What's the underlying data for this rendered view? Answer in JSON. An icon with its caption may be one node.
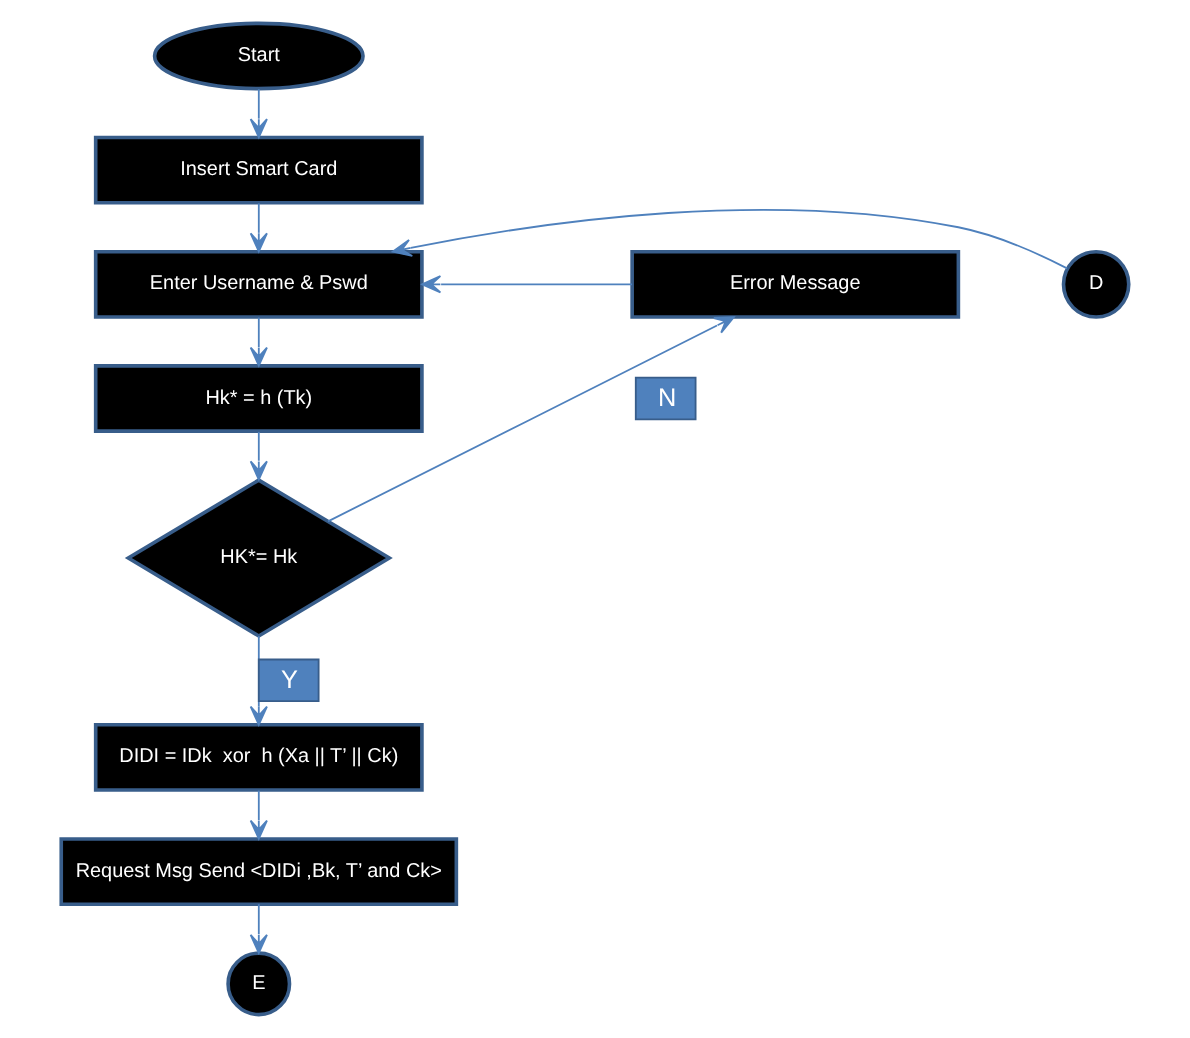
{
  "diagram": {
    "nodes": [
      {
        "text": [
          "Start"
        ]
      },
      {
        "text": [
          "Insert Smart Card"
        ]
      },
      {
        "text": [
          "D"
        ]
      },
      {
        "text": [
          "Error Message"
        ]
      },
      {
        "text": [
          "Enter Username & Pswd"
        ]
      },
      {
        "text": [
          "Hk* = h (Tk)"
        ]
      },
      {
        "text": [
          "HK*= Hk"
        ]
      },
      {
        "text": [
          "DIDI = IDk  xor  h (Xa || T’ || Ck)"
        ]
      },
      {
        "text": [
          "Request Msg Send <DIDi ,Bk, T’ and Ck>"
        ]
      },
      {
        "text": [
          "E"
        ]
      }
    ],
    "edges": [
      {
        "from": 0,
        "to": 1,
        "arrow": "to"
      },
      {
        "from": 1,
        "to": 4,
        "arrow": "to"
      },
      {
        "from": 2,
        "to": 4,
        "arrow": "to"
      },
      {
        "from": 3,
        "to": 4,
        "arrow": "to"
      },
      {
        "from": 4,
        "to": 5,
        "arrow": "to"
      },
      {
        "from": 5,
        "to": 6,
        "arrow": "to"
      },
      {
        "from": 6,
        "to": 3,
        "arrow": "to",
        "label": "N"
      },
      {
        "from": 6,
        "to": 7,
        "arrow": "to",
        "label": "Y"
      },
      {
        "from": 7,
        "to": 8,
        "arrow": "to"
      },
      {
        "from": 8,
        "to": 9,
        "arrow": "to"
      }
    ]
  }
}
